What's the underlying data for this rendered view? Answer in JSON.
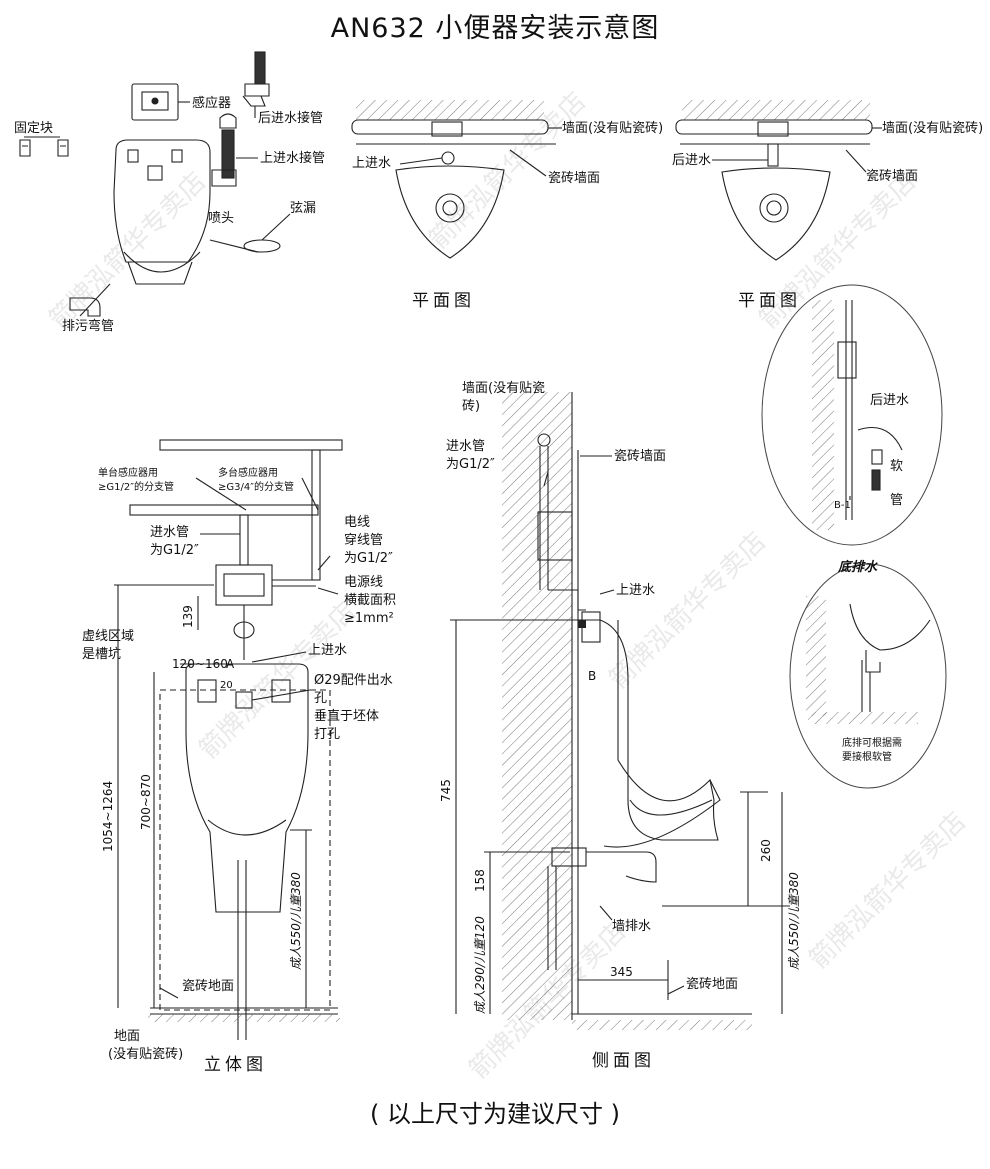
{
  "title": "AN632 小便器安装示意图",
  "footer": "( 以上尺寸为建议尺寸 )",
  "watermark": "箭牌泓箭华专卖店",
  "parts": {
    "sensor": "感应器",
    "rear_inlet_fitting": "后进水接管",
    "fixing_block": "固定块",
    "top_inlet_fitting": "上进水接管",
    "spray_head": "喷头",
    "strainer": "弦漏",
    "trap_bend": "排污弯管"
  },
  "plan_top": {
    "caption": "平面图",
    "wall": "墙面(没有贴瓷砖)",
    "inlet": "上进水",
    "tile_wall": "瓷砖墙面"
  },
  "plan_rear": {
    "caption": "平面图",
    "wall": "墙面(没有贴瓷砖)",
    "inlet": "后进水",
    "tile_wall": "瓷砖墙面"
  },
  "detail_rear": {
    "inlet": "后进水",
    "hose_1": "软",
    "hose_2": "管",
    "mark": "B-1"
  },
  "detail_floor": {
    "title": "底排水",
    "note_1": "底排可根据需",
    "note_2": "要接根软管"
  },
  "front": {
    "caption": "立体图",
    "single_sensor_1": "单台感应器用",
    "single_sensor_2": "≥G1/2″的分支管",
    "multi_sensor_1": "多台感应器用",
    "multi_sensor_2": "≥G3/4″的分支管",
    "inlet_pipe_1": "进水管",
    "inlet_pipe_2": "为G1/2″",
    "conduit_1": "电线",
    "conduit_2": "穿线管",
    "conduit_3": "为G1/2″",
    "power_1": "电源线",
    "power_2": "横截面积",
    "power_3": "≥1mm²",
    "groove_1": "虚线区域",
    "groove_2": "是槽坑",
    "top_inlet": "上进水",
    "outlet_1": "Ø29配件出水",
    "outlet_2": "孔",
    "outlet_3": "垂直于坯体",
    "outlet_4": "打孔",
    "tile_floor": "瓷砖地面",
    "floor_1": "地面",
    "floor_2": "(没有贴瓷砖)",
    "dim_139": "139",
    "dim_120_160": "120~160",
    "mark_a": "A",
    "dim_20": "20",
    "dim_1054_1264": "1054~1264",
    "dim_700_870": "700~870",
    "dim_550_380": "成人550/儿童380"
  },
  "side": {
    "caption": "侧面图",
    "wall_1": "墙面(没有贴瓷",
    "wall_2": "砖)",
    "inlet_pipe_1": "进水管",
    "inlet_pipe_2": "为G1/2″",
    "tile_wall": "瓷砖墙面",
    "top_inlet": "上进水",
    "mark_b": "B",
    "dim_745": "745",
    "dim_260": "260",
    "dim_158": "158",
    "wall_drain": "墙排水",
    "dim_290_120": "成人290/儿童120",
    "dim_345": "345",
    "tile_floor": "瓷砖地面",
    "dim_550_380": "成人550/儿童380"
  }
}
